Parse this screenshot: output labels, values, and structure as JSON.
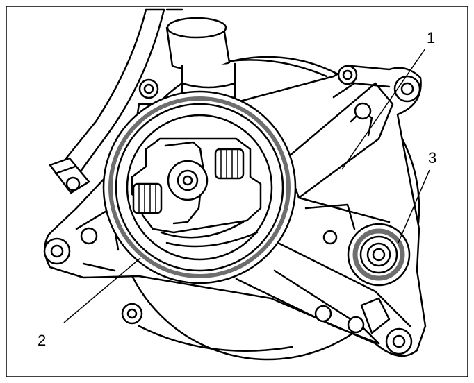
{
  "callouts": [
    {
      "id": "1",
      "label": "1"
    },
    {
      "id": "2",
      "label": "2"
    },
    {
      "id": "3",
      "label": "3"
    }
  ],
  "colors": {
    "line": "#000000",
    "background": "#ffffff",
    "seal": "#6e6e6e"
  }
}
